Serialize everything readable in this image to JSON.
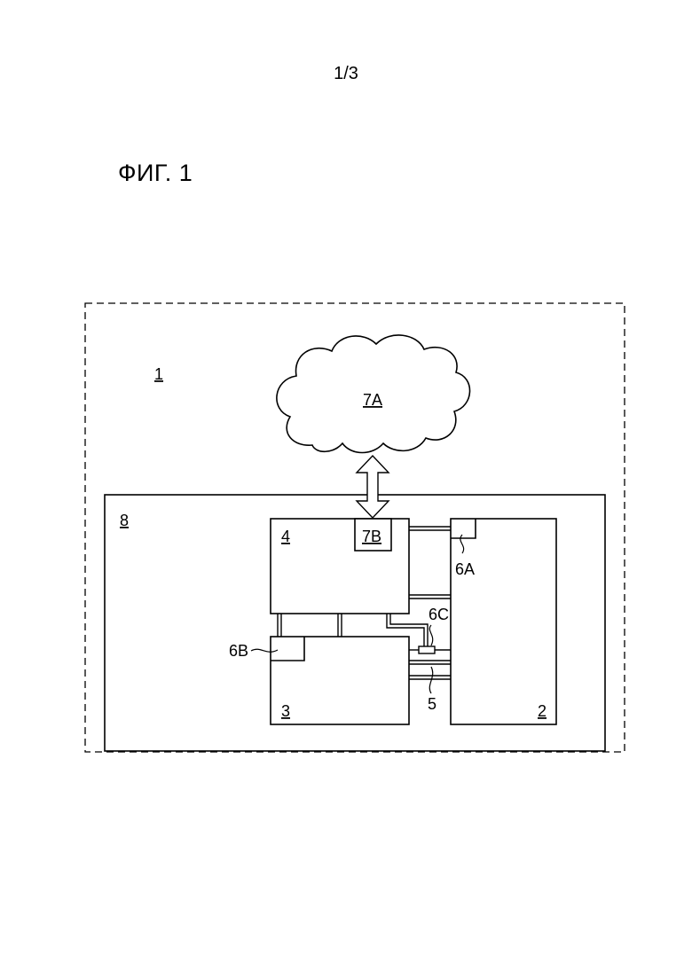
{
  "page_number": "1/3",
  "figure_title": "ФИГ. 1",
  "labels": {
    "system": "1",
    "enclosure": "8",
    "cloud": "7A",
    "unit4": "4",
    "unit7b": "7B",
    "unit3": "3",
    "unit2": "2",
    "sensor6a": "6A",
    "sensor6b": "6B",
    "sensor6c": "6C",
    "line5": "5"
  }
}
